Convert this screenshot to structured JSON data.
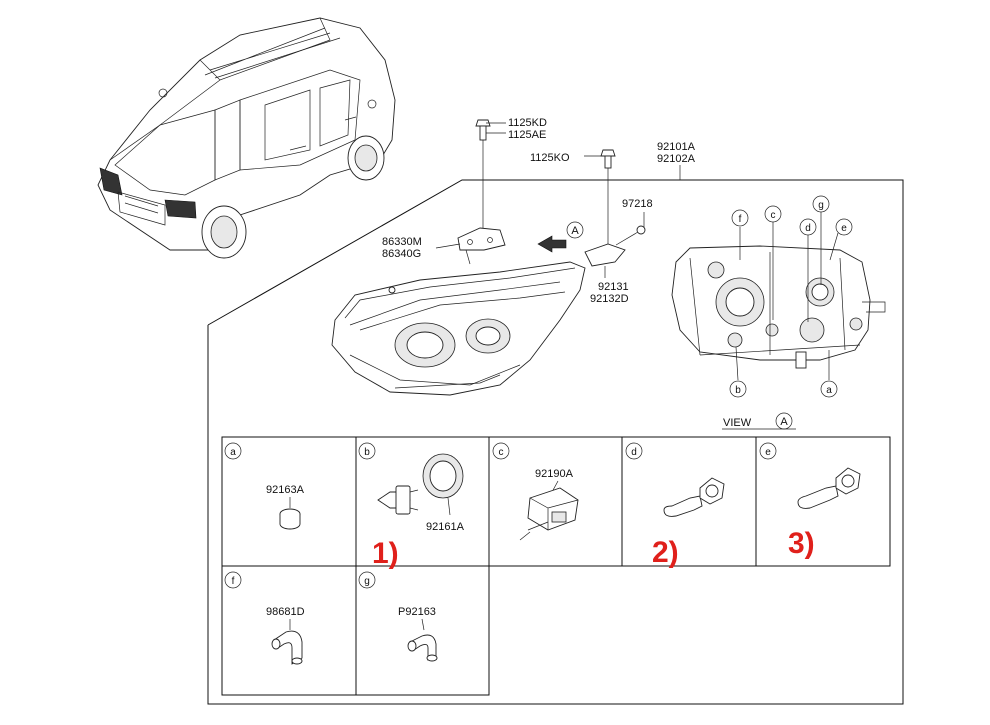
{
  "parts": {
    "screw_upper": [
      "1125KD",
      "1125AE"
    ],
    "screw_mid": "1125KO",
    "assembly": [
      "92101A",
      "92102A"
    ],
    "screw_small": "97218",
    "bracket_left": [
      "86330M",
      "86340G"
    ],
    "bracket_right": [
      "92131",
      "92132D"
    ]
  },
  "view": {
    "label": "VIEW",
    "ref": "A"
  },
  "arrow_ref": "A",
  "rear_callouts": [
    "f",
    "c",
    "g",
    "d",
    "e",
    "b",
    "a"
  ],
  "cells": [
    {
      "letter": "a",
      "part": "92163A"
    },
    {
      "letter": "b",
      "part": "92161A",
      "marker": "1)"
    },
    {
      "letter": "c",
      "part": "92190A"
    },
    {
      "letter": "d",
      "part": "",
      "marker": "2)"
    },
    {
      "letter": "e",
      "part": "",
      "marker": "3)"
    },
    {
      "letter": "f",
      "part": "98681D"
    },
    {
      "letter": "g",
      "part": "P92163"
    }
  ]
}
